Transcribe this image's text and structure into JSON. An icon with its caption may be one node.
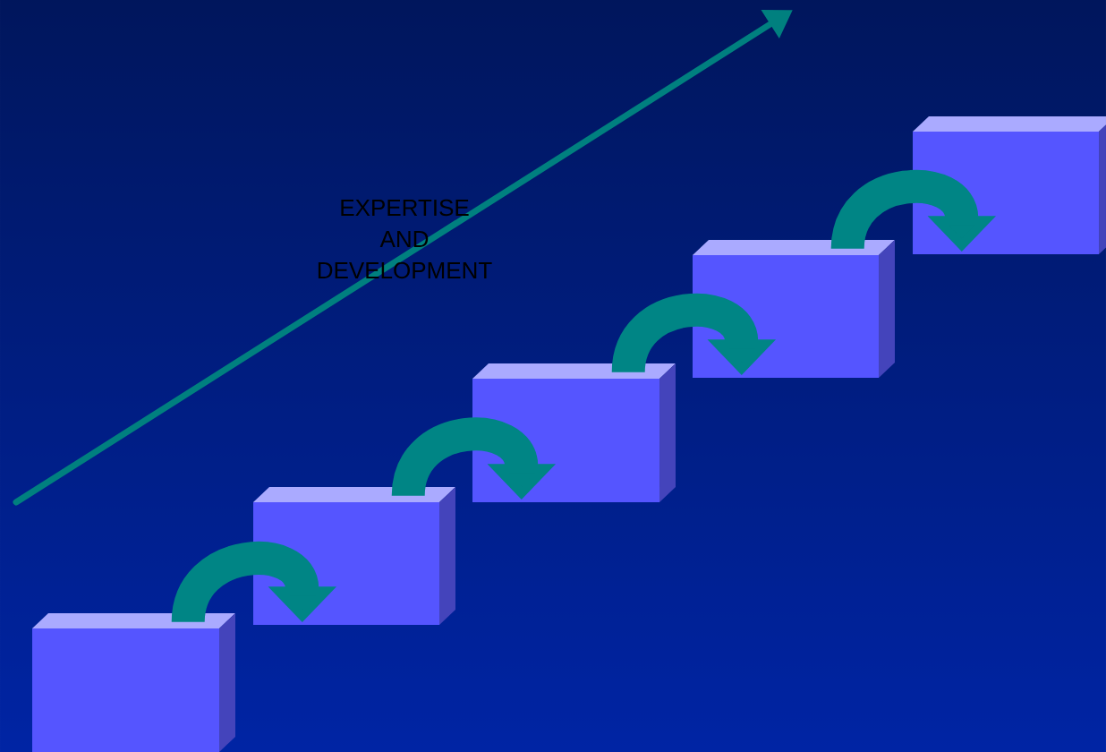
{
  "diagram": {
    "nodes": [
      {
        "text": [],
        "shape": "box"
      },
      {
        "text": [],
        "shape": "box"
      },
      {
        "text": [],
        "shape": "box"
      },
      {
        "text": [],
        "shape": "box"
      },
      {
        "text": [],
        "shape": "box"
      }
    ],
    "edges": [
      {
        "from": 0,
        "to": 1,
        "arrow": "to"
      },
      {
        "from": 1,
        "to": 2,
        "arrow": "to"
      },
      {
        "from": 2,
        "to": 3,
        "arrow": "to"
      },
      {
        "from": 3,
        "to": 4,
        "arrow": "to"
      }
    ],
    "labels": [
      "EXPERTISE AND DEVELOPMENT"
    ]
  }
}
